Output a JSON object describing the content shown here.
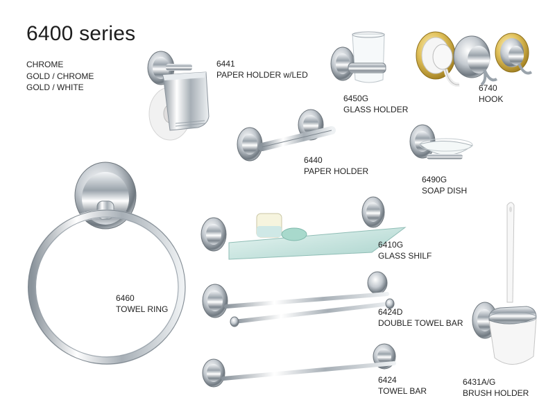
{
  "catalog": {
    "title": "6400 series",
    "finishes": [
      "CHROME",
      "GOLD / CHROME",
      "GOLD / WHITE"
    ]
  },
  "products": [
    {
      "key": "paper-holder-led",
      "code": "6441",
      "name": "PAPER HOLDER w/LED"
    },
    {
      "key": "glass-holder",
      "code": "6450G",
      "name": "GLASS HOLDER"
    },
    {
      "key": "hook",
      "code": "6740",
      "name": "HOOK"
    },
    {
      "key": "paper-holder",
      "code": "6440",
      "name": "PAPER HOLDER"
    },
    {
      "key": "soap-dish",
      "code": "6490G",
      "name": "SOAP DISH"
    },
    {
      "key": "towel-ring",
      "code": "6460",
      "name": "TOWEL RING"
    },
    {
      "key": "glass-shelf",
      "code": "6410G",
      "name": "GLASS SHILF"
    },
    {
      "key": "double-towel-bar",
      "code": "6424D",
      "name": "DOUBLE TOWEL BAR"
    },
    {
      "key": "towel-bar",
      "code": "6424",
      "name": "TOWEL BAR"
    },
    {
      "key": "brush-holder",
      "code": "6431A/G",
      "name": "BRUSH HOLDER"
    }
  ]
}
